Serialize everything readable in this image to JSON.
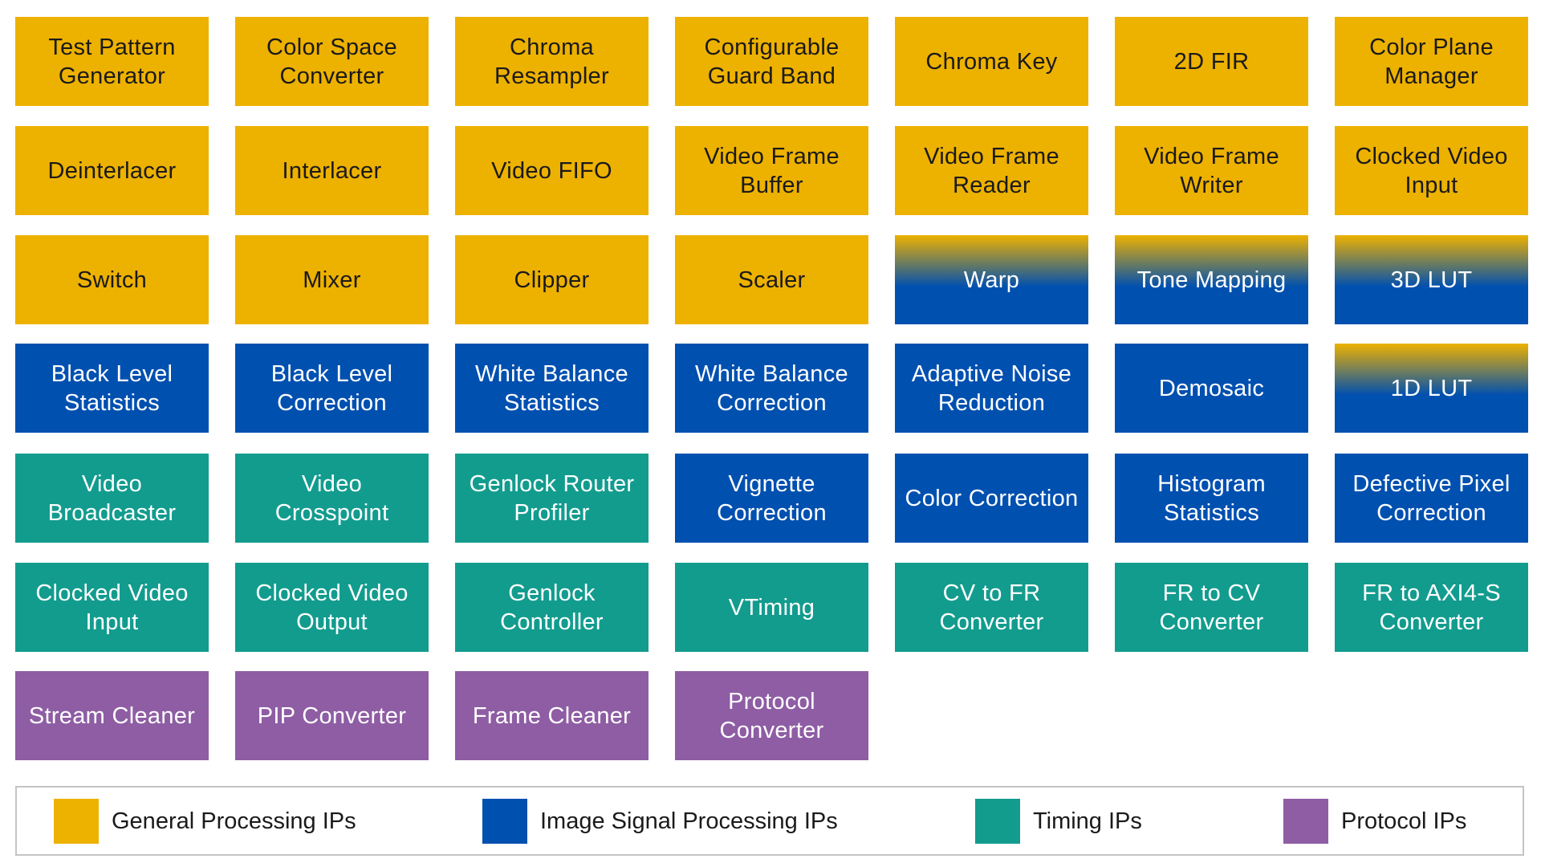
{
  "colors": {
    "general": "#EDB100",
    "isp": "#0050B0",
    "timing": "#129C8E",
    "protocol": "#8E5DA4"
  },
  "rows": [
    [
      {
        "label": "Test Pattern Generator",
        "category": "general"
      },
      {
        "label": "Color Space Converter",
        "category": "general"
      },
      {
        "label": "Chroma Resampler",
        "category": "general"
      },
      {
        "label": "Configurable Guard Band",
        "category": "general"
      },
      {
        "label": "Chroma Key",
        "category": "general"
      },
      {
        "label": "2D FIR",
        "category": "general"
      },
      {
        "label": "Color Plane Manager",
        "category": "general"
      }
    ],
    [
      {
        "label": "Deinterlacer",
        "category": "general"
      },
      {
        "label": "Interlacer",
        "category": "general"
      },
      {
        "label": "Video FIFO",
        "category": "general"
      },
      {
        "label": "Video Frame Buffer",
        "category": "general"
      },
      {
        "label": "Video Frame Reader",
        "category": "general"
      },
      {
        "label": "Video Frame Writer",
        "category": "general"
      },
      {
        "label": "Clocked Video Input",
        "category": "general"
      }
    ],
    [
      {
        "label": "Switch",
        "category": "general"
      },
      {
        "label": "Mixer",
        "category": "general"
      },
      {
        "label": "Clipper",
        "category": "general"
      },
      {
        "label": "Scaler",
        "category": "general"
      },
      {
        "label": "Warp",
        "category": "isp",
        "gradient": true
      },
      {
        "label": "Tone Mapping",
        "category": "isp",
        "gradient": true
      },
      {
        "label": "3D LUT",
        "category": "isp",
        "gradient": true
      }
    ],
    [
      {
        "label": "Black Level Statistics",
        "category": "isp"
      },
      {
        "label": "Black Level Correction",
        "category": "isp"
      },
      {
        "label": "White Balance Statistics",
        "category": "isp"
      },
      {
        "label": "White Balance Correction",
        "category": "isp"
      },
      {
        "label": "Adaptive Noise Reduction",
        "category": "isp"
      },
      {
        "label": "Demosaic",
        "category": "isp"
      },
      {
        "label": "1D LUT",
        "category": "isp",
        "gradient": true
      }
    ],
    [
      {
        "label": "Video Broadcaster",
        "category": "timing"
      },
      {
        "label": "Video Crosspoint",
        "category": "timing"
      },
      {
        "label": "Genlock Router Profiler",
        "category": "timing"
      },
      {
        "label": "Vignette Correction",
        "category": "isp"
      },
      {
        "label": "Color Correction",
        "category": "isp"
      },
      {
        "label": "Histogram Statistics",
        "category": "isp"
      },
      {
        "label": "Defective Pixel Correction",
        "category": "isp"
      }
    ],
    [
      {
        "label": "Clocked Video Input",
        "category": "timing"
      },
      {
        "label": "Clocked Video Output",
        "category": "timing"
      },
      {
        "label": "Genlock Controller",
        "category": "timing"
      },
      {
        "label": "VTiming",
        "category": "timing"
      },
      {
        "label": "CV to FR Converter",
        "category": "timing"
      },
      {
        "label": "FR to CV Converter",
        "category": "timing"
      },
      {
        "label": "FR to AXI4-S Converter",
        "category": "timing"
      }
    ],
    [
      {
        "label": "Stream Cleaner",
        "category": "protocol"
      },
      {
        "label": "PIP Converter",
        "category": "protocol"
      },
      {
        "label": "Frame Cleaner",
        "category": "protocol"
      },
      {
        "label": "Protocol Converter",
        "category": "protocol"
      }
    ]
  ],
  "legend": [
    {
      "label": "General Processing IPs",
      "category": "general"
    },
    {
      "label": "Image Signal Processing IPs",
      "category": "isp"
    },
    {
      "label": "Timing IPs",
      "category": "timing"
    },
    {
      "label": "Protocol IPs",
      "category": "protocol"
    }
  ]
}
